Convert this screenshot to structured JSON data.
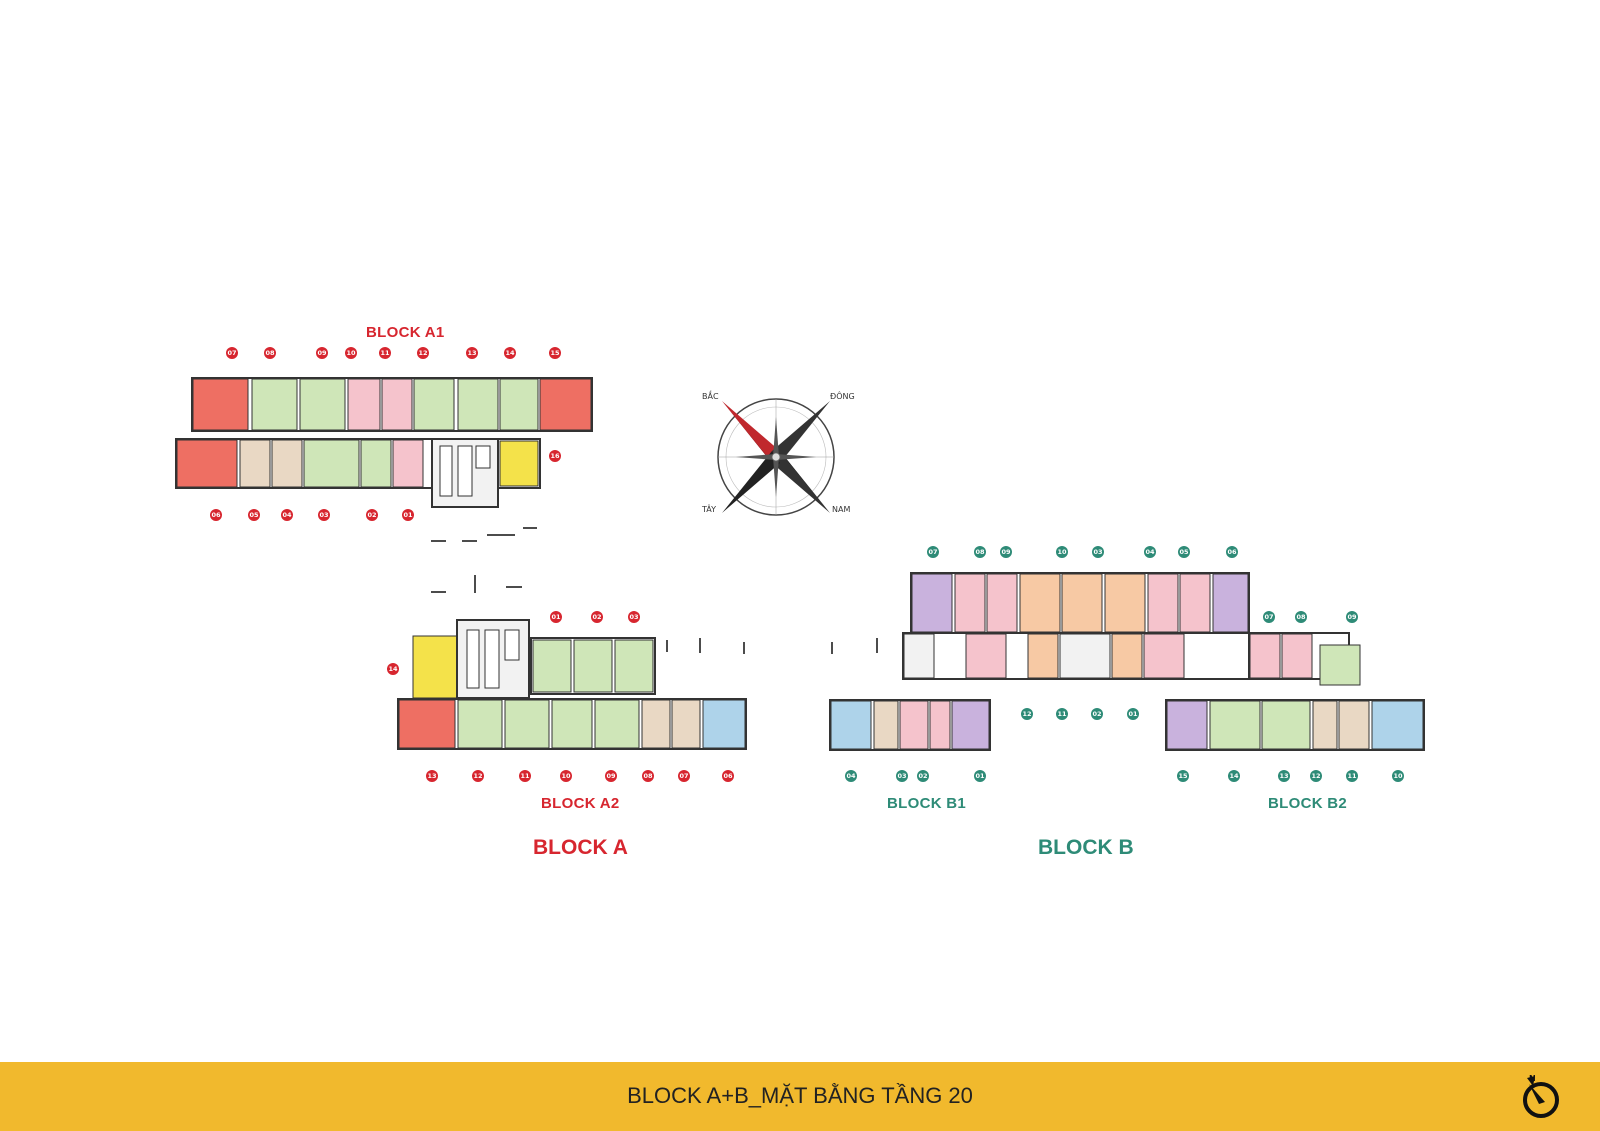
{
  "blocks": {
    "a1": {
      "label": "BLOCK A1",
      "top_units": [
        "07",
        "08",
        "09",
        "10",
        "11",
        "12",
        "13",
        "14",
        "15"
      ],
      "side_units": [
        "16"
      ],
      "bottom_units": [
        "06",
        "05",
        "04",
        "03",
        "02",
        "01"
      ]
    },
    "a2": {
      "label": "BLOCK A2",
      "top_units": [
        "01",
        "02",
        "03"
      ],
      "side_units": [
        "14"
      ],
      "bottom_units": [
        "13",
        "12",
        "11",
        "10",
        "09",
        "08",
        "07",
        "06"
      ]
    },
    "b1": {
      "label": "BLOCK B1",
      "top_units": [
        "07",
        "08",
        "09",
        "10",
        "03",
        "04",
        "05",
        "06"
      ],
      "mid_units": [
        "12",
        "11",
        "02",
        "01"
      ],
      "bottom_units": [
        "04",
        "03",
        "02",
        "01"
      ]
    },
    "b2": {
      "label": "BLOCK B2",
      "top_units": [
        "07",
        "08",
        "09"
      ],
      "bottom_units": [
        "15",
        "14",
        "13",
        "12",
        "11",
        "10"
      ]
    },
    "block_a_label": "BLOCK A",
    "block_b_label": "BLOCK B"
  },
  "compass": {
    "north": "BẮC",
    "east": "ĐÔNG",
    "west": "TÂY",
    "south": "NAM"
  },
  "footer": {
    "title": "BLOCK A+B_MẶT BẰNG TẦNG 20"
  },
  "colors": {
    "block_a_red": "#d7262f",
    "block_b_green": "#2e8b77",
    "footer_bar": "#f1b92d",
    "unit_green": "#cfe6b8",
    "unit_red": "#ee6f63",
    "unit_pink": "#f5c3cc",
    "unit_beige": "#e9d8c4",
    "unit_yellow": "#f4e24a",
    "unit_blue": "#aed3ea",
    "unit_purple": "#c9b2dd",
    "unit_orange": "#f7c9a4"
  }
}
